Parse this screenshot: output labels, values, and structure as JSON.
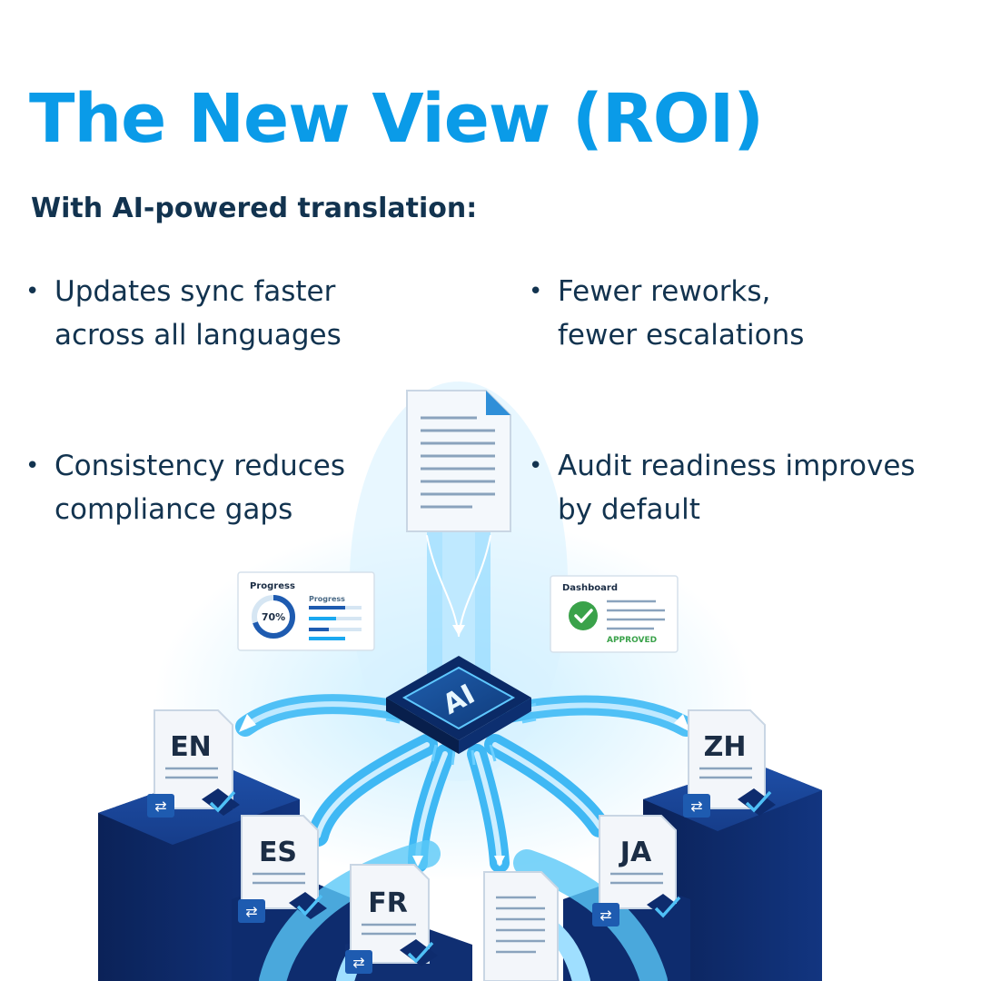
{
  "header": {
    "title": "The New View (ROI)",
    "subtitle": "With AI-powered translation:"
  },
  "bullets": [
    {
      "lines": [
        "Updates sync faster",
        "across all languages"
      ]
    },
    {
      "lines": [
        "Fewer reworks,",
        "fewer escalations"
      ]
    },
    {
      "lines": [
        "Consistency reduces",
        "compliance gaps"
      ]
    },
    {
      "lines": [
        "Audit readiness improves",
        "by default"
      ]
    }
  ],
  "bullet_symbol": "•",
  "illustration": {
    "chip_label": "AI",
    "progress_card": {
      "title": "Progress",
      "bar_title": "Progress",
      "percent_label": "70%",
      "percent": 70
    },
    "dashboard_card": {
      "title": "Dashboard",
      "status": "APPROVED"
    },
    "languages": [
      "EN",
      "ZH",
      "ES",
      "JA",
      "FR"
    ],
    "icons": [
      "document-icon",
      "sync-icon",
      "checkmark-icon",
      "check-circle-icon",
      "chip-icon"
    ]
  },
  "colors": {
    "title": "#0a9be8",
    "text": "#12334f",
    "accent": "#1aa8f0",
    "dark_block": "#0d2a66",
    "approved": "#3aa24a"
  }
}
